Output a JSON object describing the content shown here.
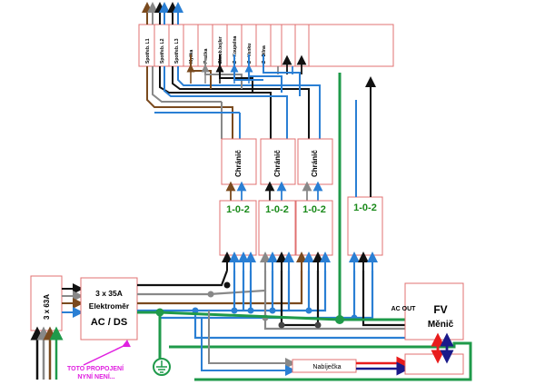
{
  "breakers": {
    "main": "3 x 63A",
    "meter_rating": "3 x 35A",
    "meter_title": "Elektroměr",
    "meter_mode": "AC / DS"
  },
  "panel_labels": [
    "Spotřeb. L1",
    "Spotřeb. L2",
    "Spotřeb. L3",
    "Myčka",
    "Pračka",
    "Zásob.bojler",
    "Z - Koupelna",
    "Z - Venku",
    "Z - Dílna"
  ],
  "rcd_label": "Chránič",
  "switch_label": "1-0-2",
  "inverter": {
    "title": "FV",
    "subtitle": "Měnič",
    "ac_out": "AC OUT"
  },
  "charger_label": "Nabíječka",
  "note": "TOTO PROPOJENÍ NYNÍ NENÍ...",
  "colors": {
    "black": "#111111",
    "brown": "#7a4a1e",
    "gray": "#888888",
    "blue": "#2a7fd4",
    "green": "#1f9a4a",
    "red": "#e81c1c",
    "navy": "#1a1a8a",
    "box_border": "#e07070",
    "magenta": "#e020e0"
  }
}
